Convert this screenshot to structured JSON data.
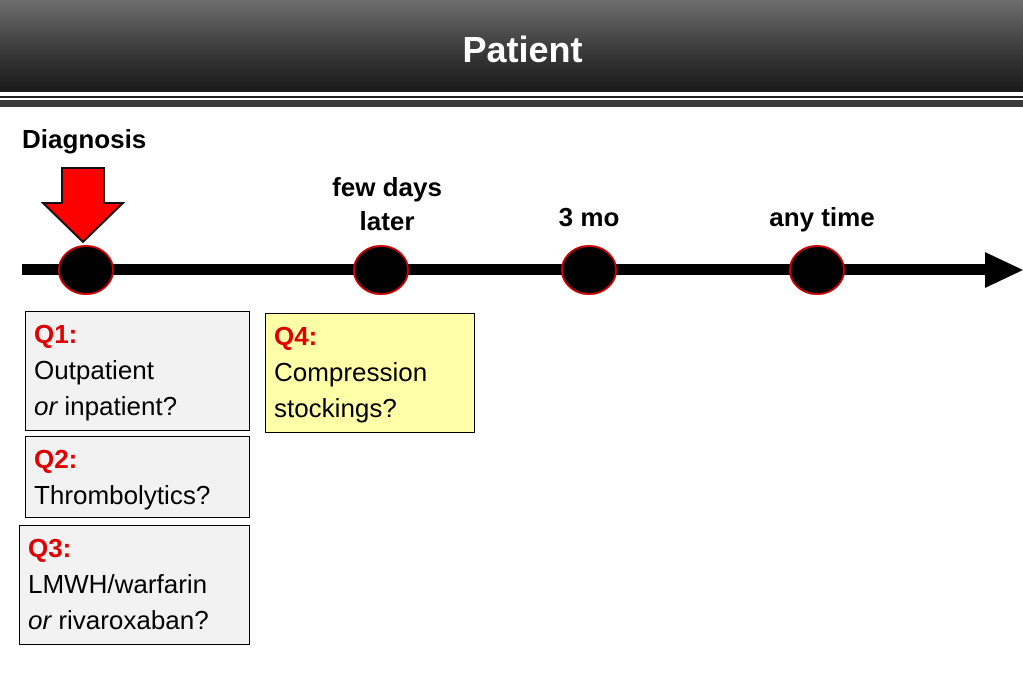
{
  "header": {
    "title": "Patient"
  },
  "timeline": {
    "milestones": [
      {
        "id": "diagnosis",
        "label": "Diagnosis"
      },
      {
        "id": "few-days",
        "label_line1": "few days",
        "label_line2": "later"
      },
      {
        "id": "three-months",
        "label": "3 mo"
      },
      {
        "id": "any-time",
        "label": "any time"
      }
    ]
  },
  "questions": {
    "q1": {
      "head": "Q1:",
      "line1": "Outpatient",
      "line2_em": "or",
      "line2_rest": " inpatient?"
    },
    "q2": {
      "head": "Q2:",
      "line1": "Thrombolytics?"
    },
    "q3": {
      "head": "Q3:",
      "line1": "LMWH/warfarin",
      "line2_em": "or",
      "line2_rest": " rivaroxaban?"
    },
    "q4": {
      "head": "Q4:",
      "line1": "Compression",
      "line2": "stockings?"
    }
  },
  "colors": {
    "header_dark": "#1a1a1a",
    "header_light": "#6e6e6e",
    "arrow_red": "#ff0000",
    "question_red": "#e00000",
    "node_fill": "#000000",
    "node_outline": "#cc0000",
    "box_grey": "#f2f2f2",
    "box_yellow": "#ffffa8"
  }
}
